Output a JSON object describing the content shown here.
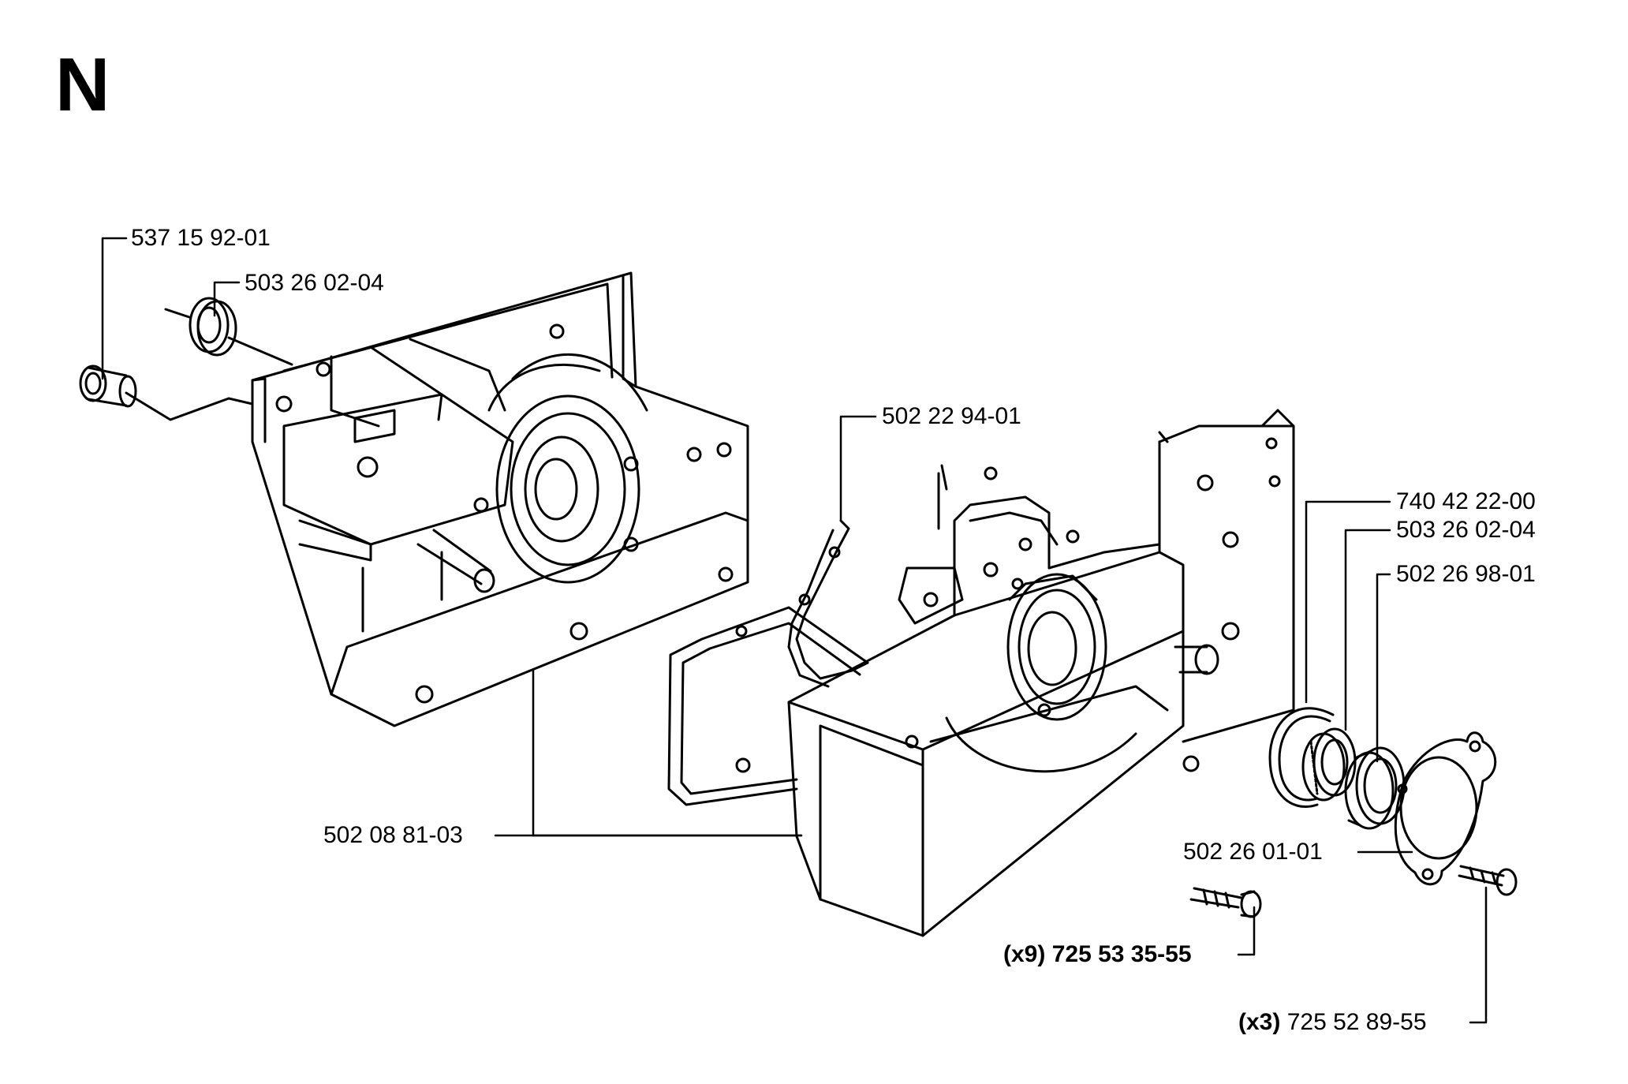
{
  "section": "N",
  "labels": {
    "p537_15_92_01": {
      "text": "537 15 92-01"
    },
    "p503_26_02_04_a": {
      "text": "503 26 02-04"
    },
    "p502_22_94_01": {
      "text": "502 22 94-01"
    },
    "p740_42_22_00": {
      "text": "740 42 22-00"
    },
    "p503_26_02_04_b": {
      "text": "503 26 02-04"
    },
    "p502_26_98_01": {
      "text": "502 26 98-01"
    },
    "p502_08_81_03": {
      "text": "502 08 81-03"
    },
    "p502_26_01_01": {
      "text": "502 26 01-01"
    },
    "p725_53_35_55": {
      "qty": "(x9)",
      "text": "725 53 35-55"
    },
    "p725_52_89_55": {
      "qty": "(x3)",
      "text": "725 52 89-55"
    }
  }
}
